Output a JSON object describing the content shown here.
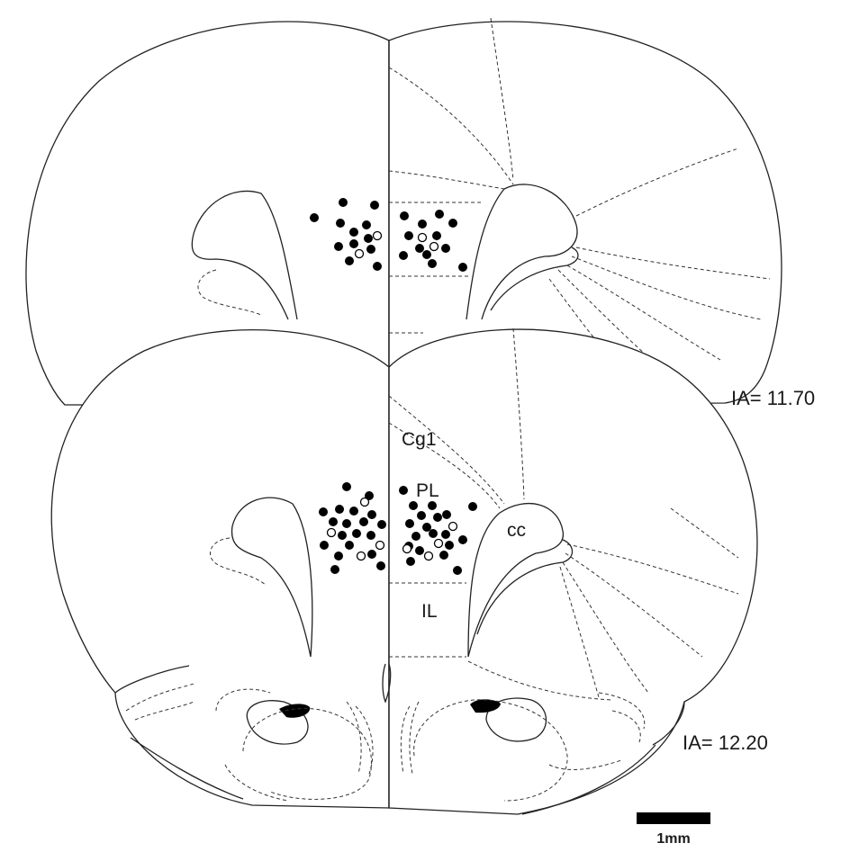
{
  "sections": [
    {
      "label": "IA= 11.70"
    },
    {
      "label": "IA= 12.20"
    }
  ],
  "regions": {
    "cg1": "Cg1",
    "pl": "PL",
    "il": "IL",
    "cc": "cc"
  },
  "scale_bar": {
    "label": "1mm"
  },
  "colors": {
    "stroke": "#222222",
    "filled_marker": "#000000",
    "open_marker": "#ffffff"
  }
}
